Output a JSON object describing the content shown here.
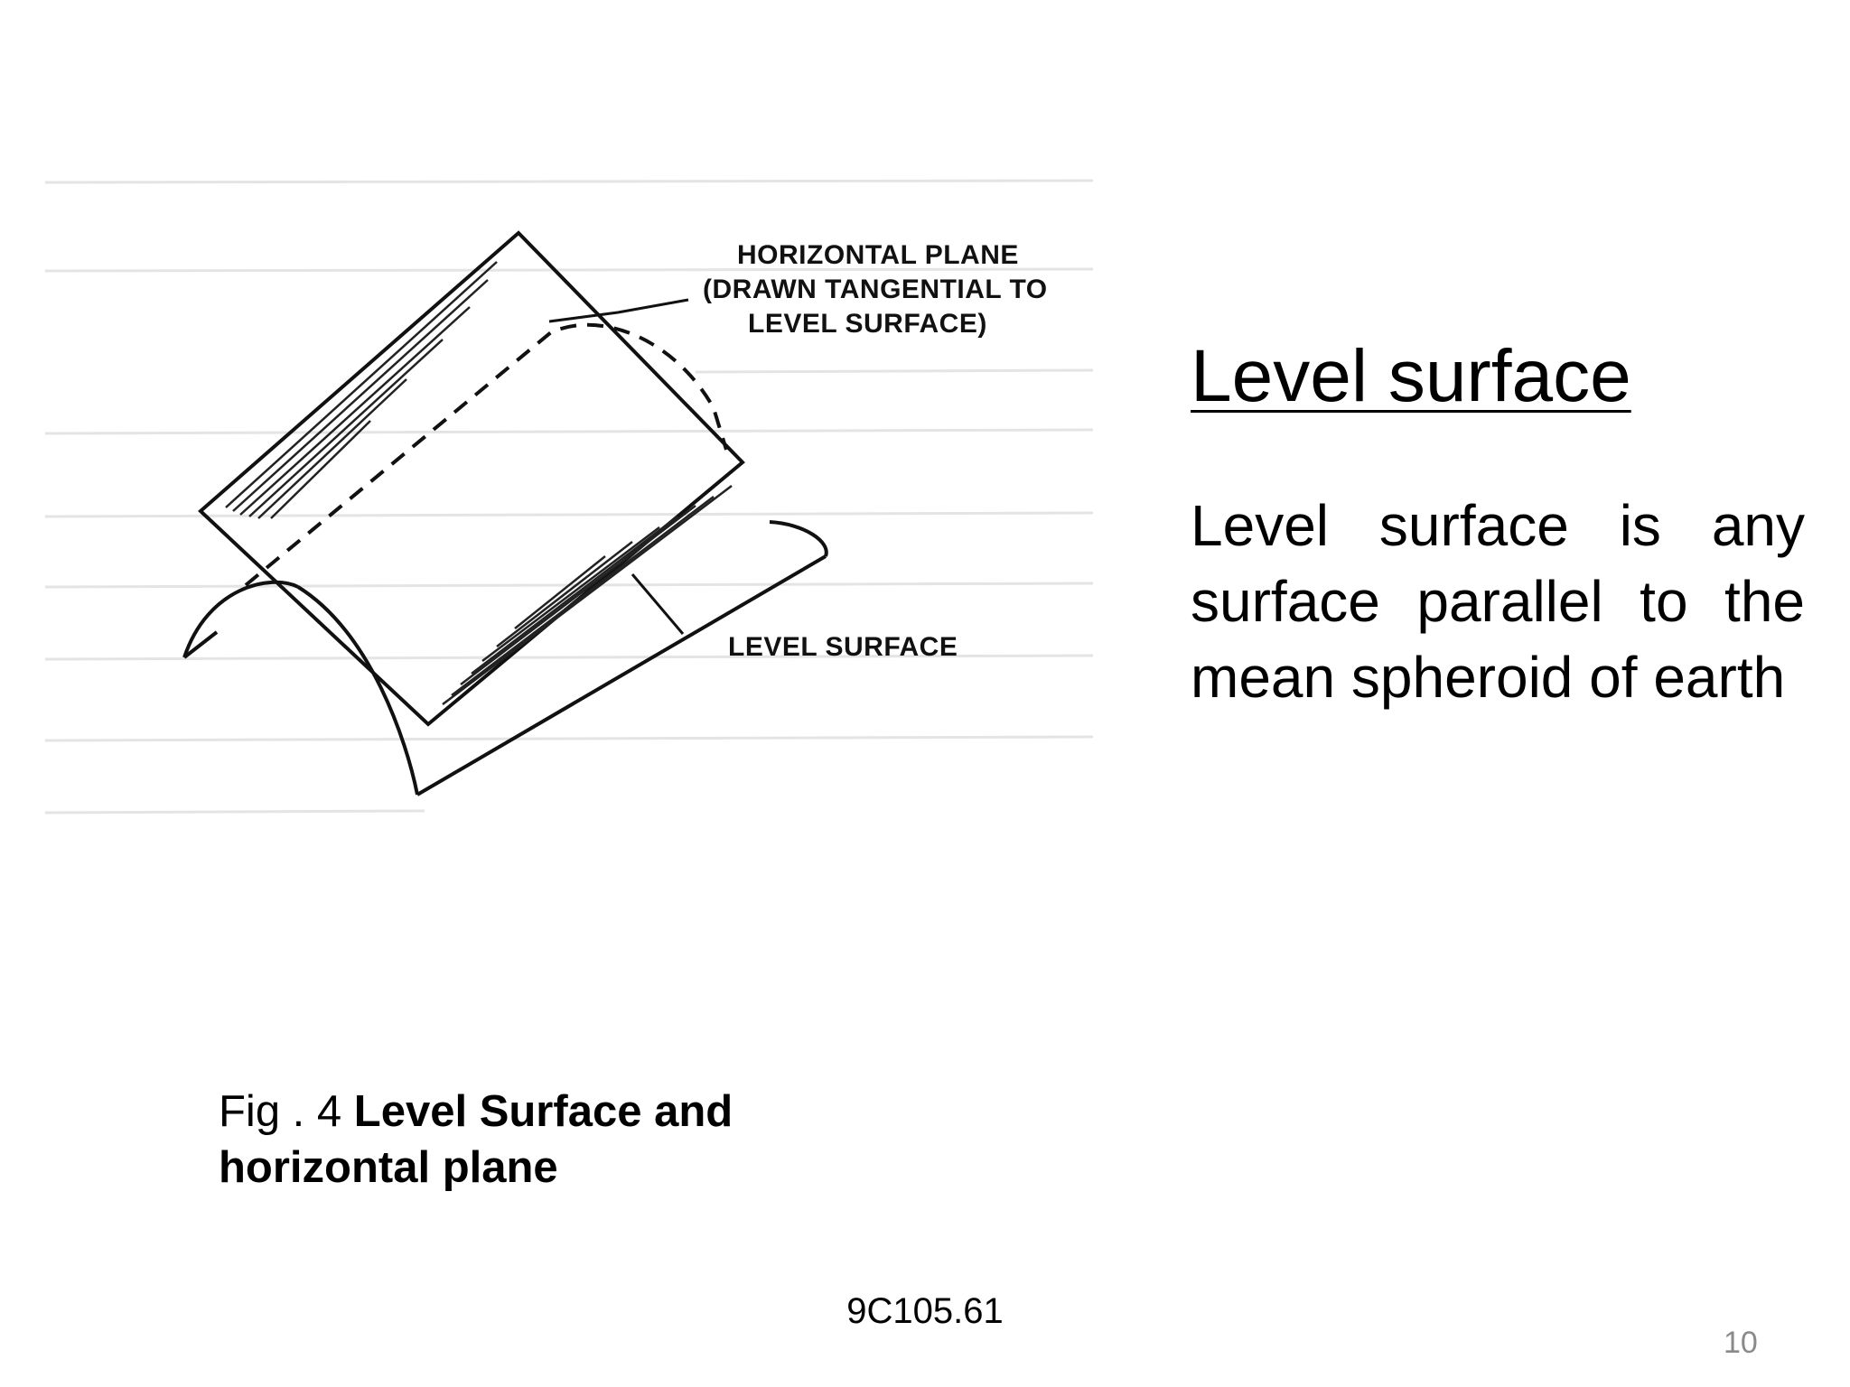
{
  "slide": {
    "heading": "Level surface",
    "body": "Level surface is any surface parallel to the mean spheroid of earth",
    "caption": {
      "prefix": "Fig . 4 ",
      "title": "Level Surface and horizontal plane"
    },
    "footer_code": "9C105.61",
    "page_number": "10"
  },
  "diagram": {
    "label_plane_line1": "HORIZONTAL PLANE",
    "label_plane_line2": "(DRAWN TANGENTIAL TO",
    "label_plane_line3": "LEVEL SURFACE)",
    "label_surface": "LEVEL SURFACE"
  }
}
